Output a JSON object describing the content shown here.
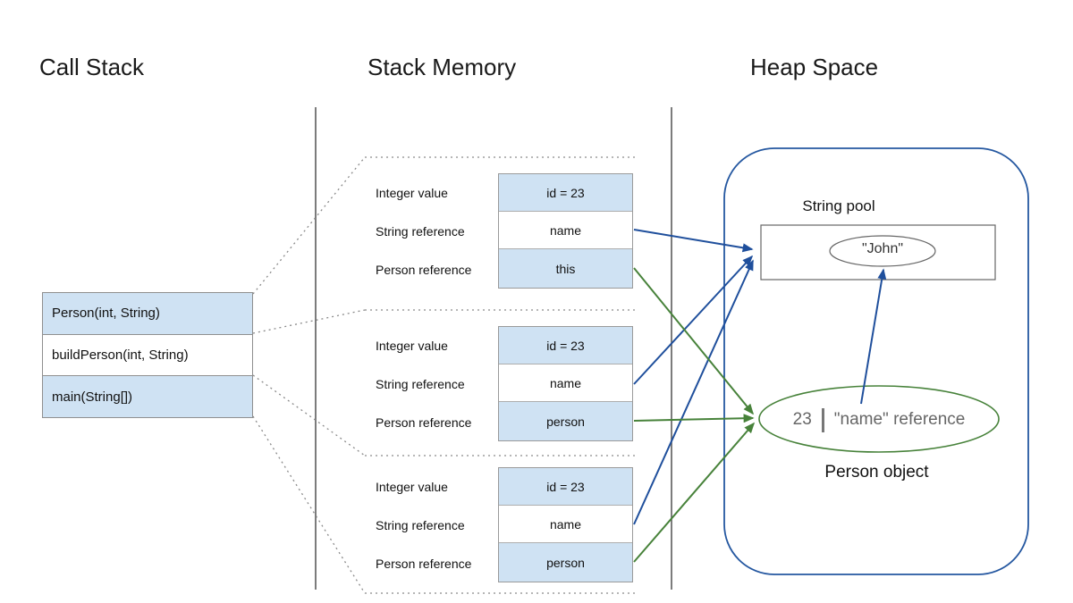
{
  "titles": {
    "call_stack": "Call Stack",
    "stack_memory": "Stack Memory",
    "heap_space": "Heap Space"
  },
  "call_stack": {
    "frames": [
      "Person(int, String)",
      "buildPerson(int, String)",
      "main(String[])"
    ]
  },
  "stack_memory": {
    "row_labels": [
      "Integer value",
      "String reference",
      "Person reference"
    ],
    "frames": [
      {
        "values": [
          "id = 23",
          "name",
          "this"
        ]
      },
      {
        "values": [
          "id = 23",
          "name",
          "person"
        ]
      },
      {
        "values": [
          "id = 23",
          "name",
          "person"
        ]
      }
    ]
  },
  "heap": {
    "string_pool_label": "String pool",
    "john_value": "\"John\"",
    "person_value_left": "23",
    "person_value_right": "\"name\" reference",
    "person_object_label": "Person object"
  },
  "colors": {
    "blue_arrow": "#1f4f9c",
    "green_arrow": "#47823a",
    "heap_border": "#2457a0",
    "box_fill_blue": "#cfe2f3",
    "divider_gray": "#5c5c5c",
    "dotted_gray": "#8a8a8a",
    "shape_outline": "#666666"
  }
}
